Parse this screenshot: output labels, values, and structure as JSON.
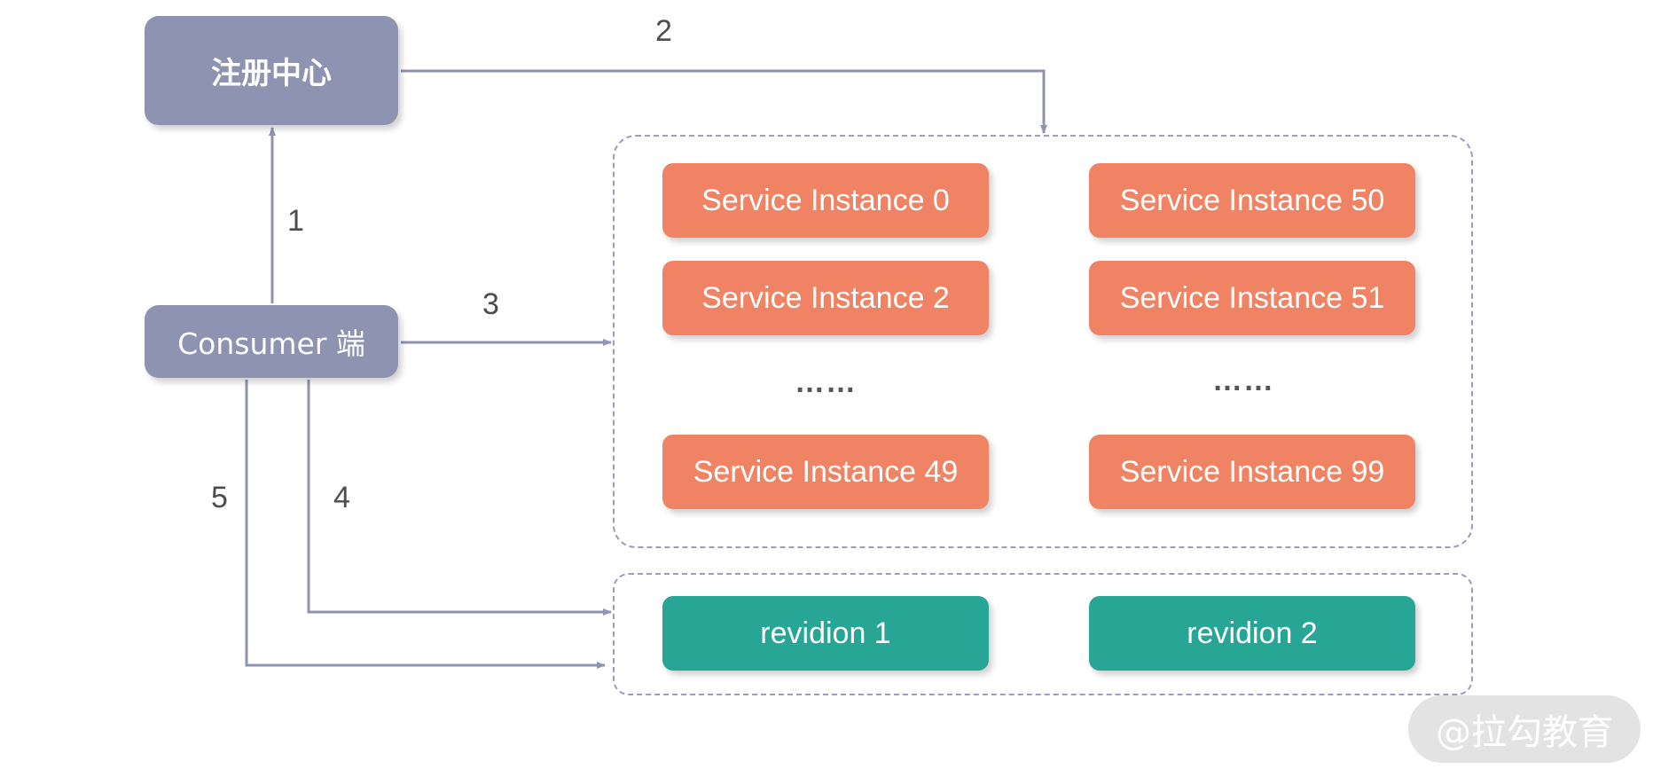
{
  "nodes": {
    "registry": "注册中心",
    "consumer": "Consumer 端"
  },
  "instances": {
    "left": [
      "Service Instance 0",
      "Service Instance 2",
      "Service Instance 49"
    ],
    "right": [
      "Service Instance 50",
      "Service Instance 51",
      "Service Instance 99"
    ],
    "ellipsis": "……"
  },
  "revisions": [
    "revidion 1",
    "revidion 2"
  ],
  "steps": [
    "1",
    "2",
    "3",
    "4",
    "5"
  ],
  "watermark": "@拉勾教育",
  "colors": {
    "node_purple": "#8f93b2",
    "instance_orange": "#f08363",
    "revision_teal": "#27a696",
    "connector": "#8f93b2",
    "dashed_border": "#9a9dbd"
  }
}
